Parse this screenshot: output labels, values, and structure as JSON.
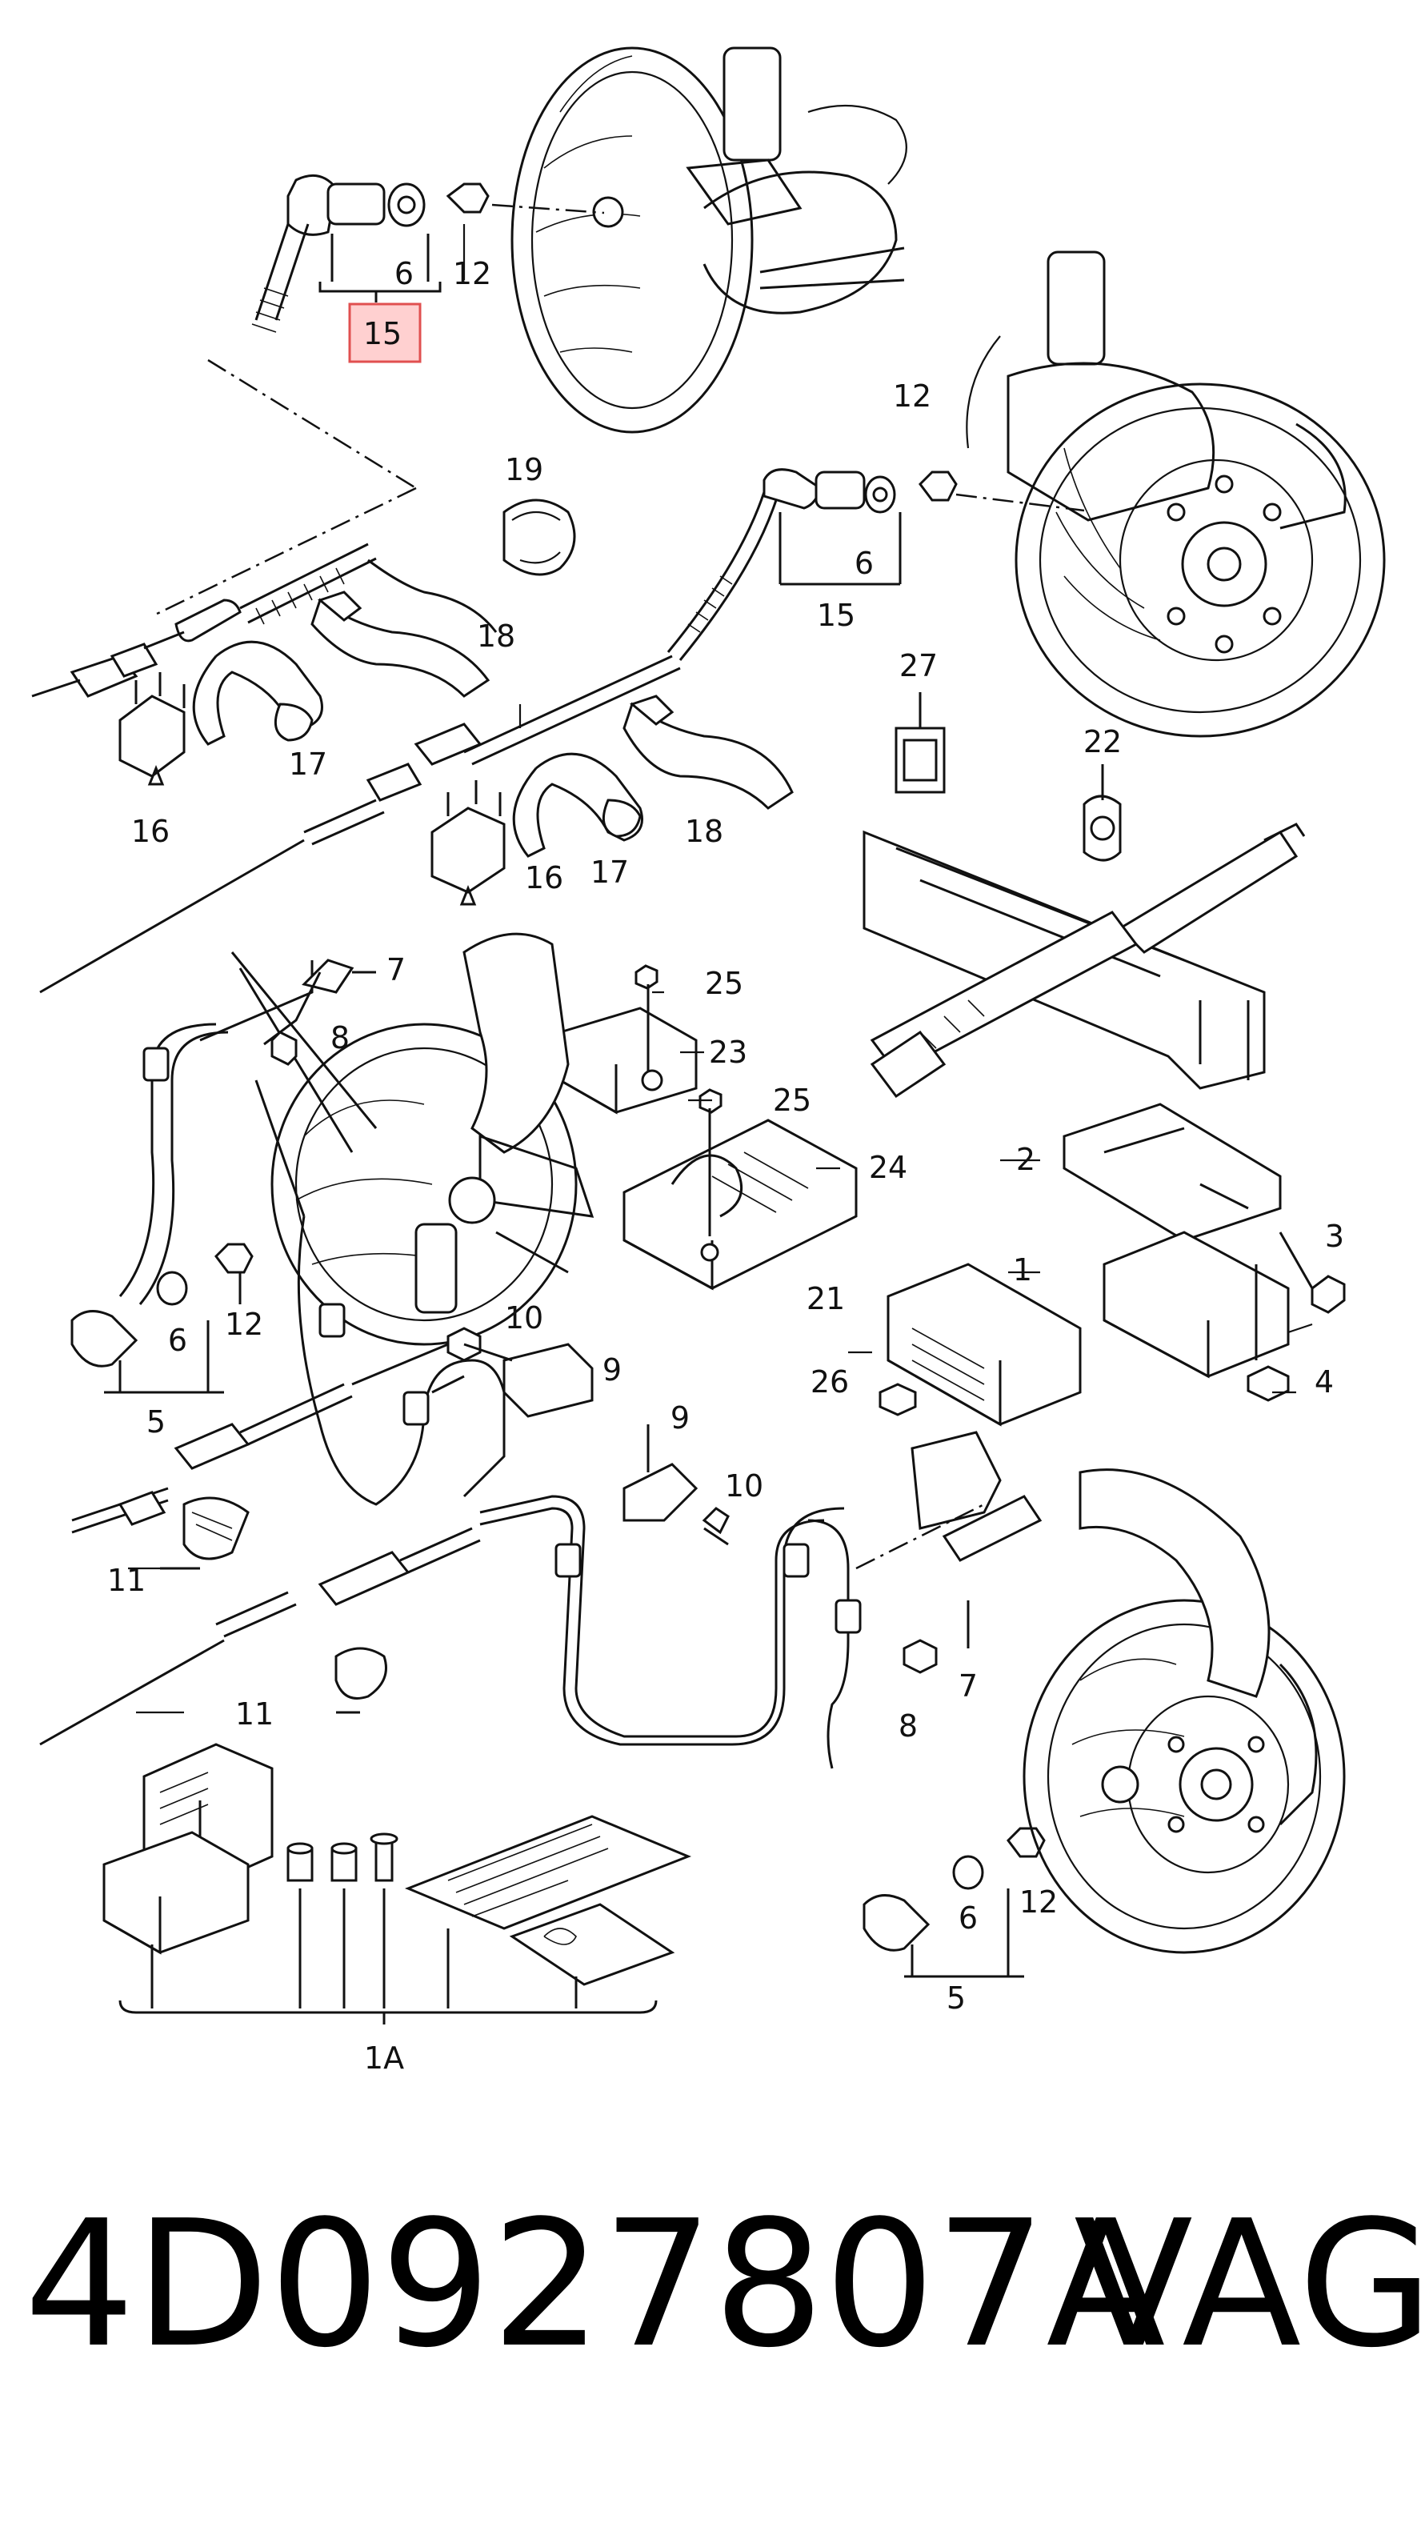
{
  "diagram": {
    "highlighted_callout": "15",
    "accent_color": "#e05050",
    "callouts": {
      "c1": "1",
      "c1a": "1A",
      "c2": "2",
      "c3": "3",
      "c4": "4",
      "c5a": "5",
      "c5b": "5",
      "c6a": "6",
      "c6b": "6",
      "c6c": "6",
      "c6d": "6",
      "c7a": "7",
      "c7b": "7",
      "c8a": "8",
      "c8b": "8",
      "c9a": "9",
      "c9b": "9",
      "c10a": "10",
      "c10b": "10",
      "c11a": "11",
      "c11b": "11",
      "c12a": "12",
      "c12b": "12",
      "c12c": "12",
      "c12d": "12",
      "c15a": "15",
      "c15b": "15",
      "c16a": "16",
      "c16b": "16",
      "c17a": "17",
      "c17b": "17",
      "c18a": "18",
      "c18b": "18",
      "c19": "19",
      "c21": "21",
      "c22": "22",
      "c23": "23",
      "c24": "24",
      "c25a": "25",
      "c25b": "25",
      "c26": "26",
      "c27": "27"
    }
  },
  "footer": {
    "part_number": "4D0927807A",
    "brand": "VAG"
  }
}
